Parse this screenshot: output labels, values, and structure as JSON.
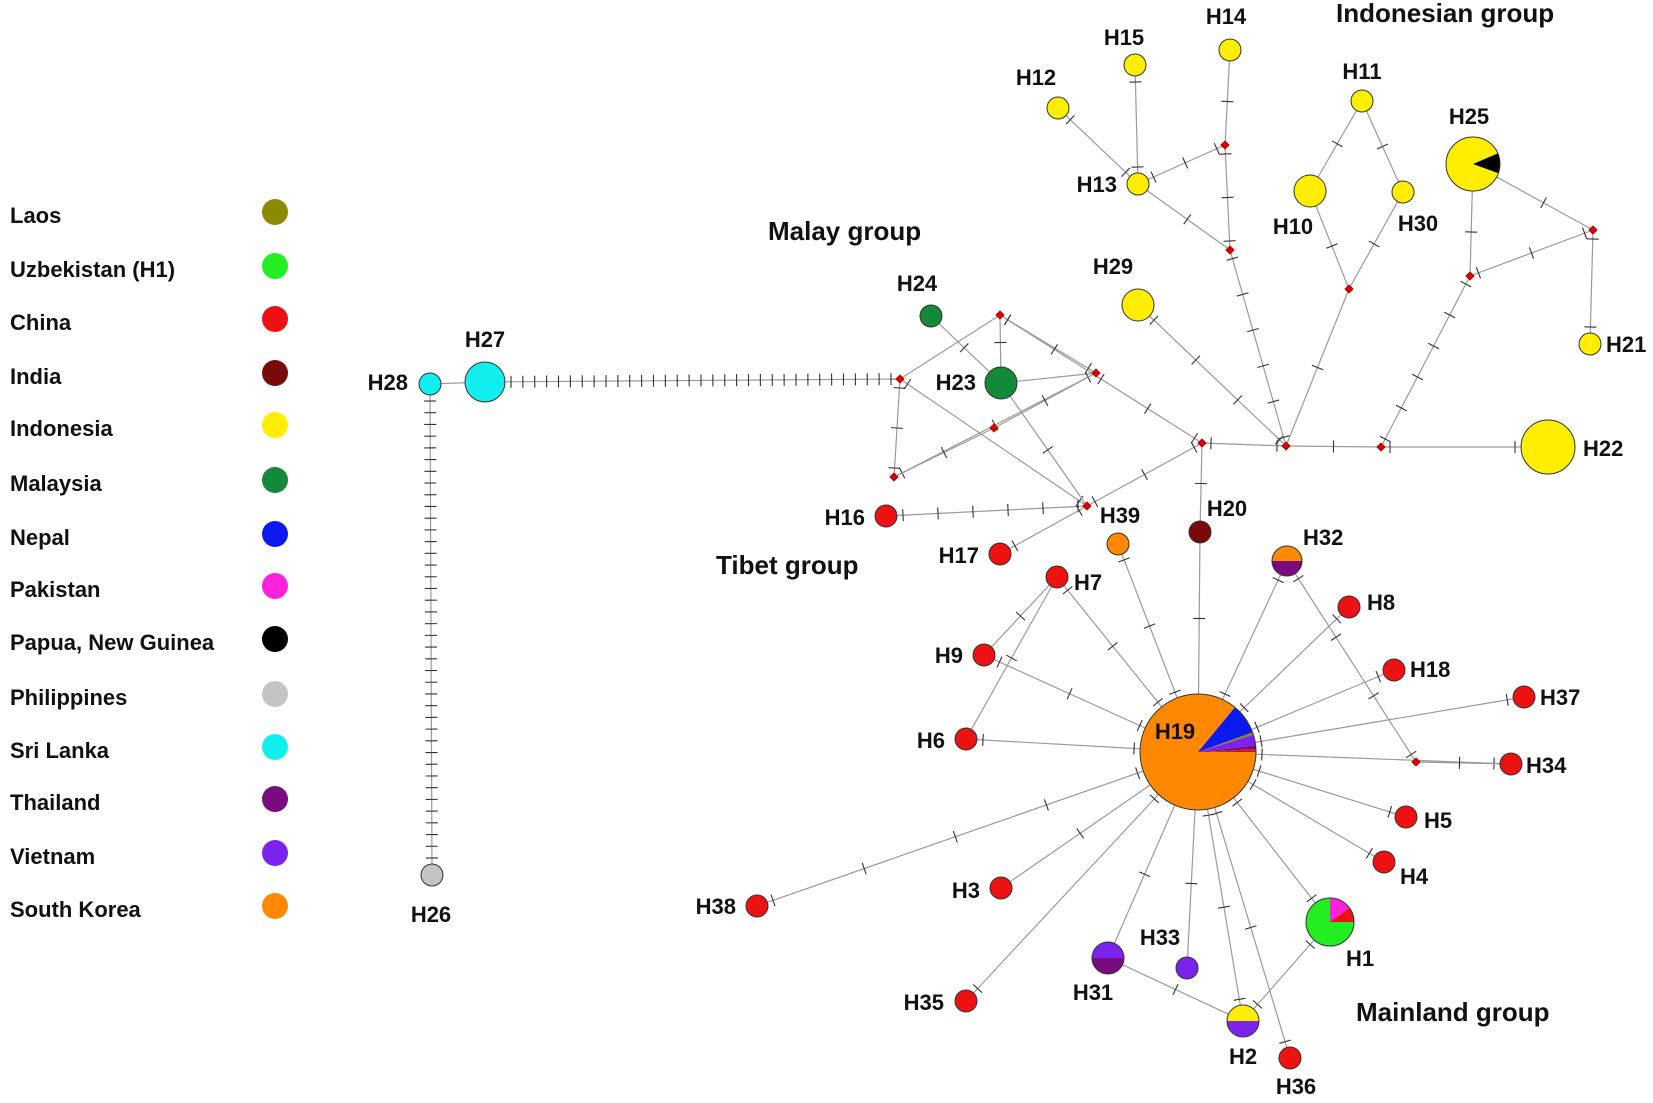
{
  "legend": [
    {
      "name": "Laos",
      "color": "#8b8b00"
    },
    {
      "name": "Uzbekistan (H1)",
      "color": "#22ee22"
    },
    {
      "name": "China",
      "color": "#ee1111"
    },
    {
      "name": "India",
      "color": "#7a0a0a"
    },
    {
      "name": "Indonesia",
      "color": "#ffee00"
    },
    {
      "name": "Malaysia",
      "color": "#138a3a"
    },
    {
      "name": "Nepal",
      "color": "#0a1aee"
    },
    {
      "name": "Pakistan",
      "color": "#ff22dd"
    },
    {
      "name": "Papua, New Guinea",
      "color": "#000000"
    },
    {
      "name": "Philippines",
      "color": "#c4c4c4"
    },
    {
      "name": "Sri Lanka",
      "color": "#11eeee"
    },
    {
      "name": "Thailand",
      "color": "#7a0a80"
    },
    {
      "name": "Vietnam",
      "color": "#7a22ee"
    },
    {
      "name": "South Korea",
      "color": "#ff8800"
    }
  ],
  "groups": {
    "indonesian": "Indonesian group",
    "malay": "Malay group",
    "tibet": "Tibet group",
    "mainland": "Mainland group"
  },
  "haplotypes": {
    "H1": "H1",
    "H2": "H2",
    "H3": "H3",
    "H4": "H4",
    "H5": "H5",
    "H6": "H6",
    "H7": "H7",
    "H8": "H8",
    "H9": "H9",
    "H10": "H10",
    "H11": "H11",
    "H12": "H12",
    "H13": "H13",
    "H14": "H14",
    "H15": "H15",
    "H16": "H16",
    "H17": "H17",
    "H18": "H18",
    "H19": "H19",
    "H20": "H20",
    "H21": "H21",
    "H22": "H22",
    "H23": "H23",
    "H24": "H24",
    "H25": "H25",
    "H26": "H26",
    "H27": "H27",
    "H28": "H28",
    "H29": "H29",
    "H30": "H30",
    "H31": "H31",
    "H32": "H32",
    "H33": "H33",
    "H34": "H34",
    "H35": "H35",
    "H36": "H36",
    "H37": "H37",
    "H38": "H38",
    "H39": "H39"
  }
}
